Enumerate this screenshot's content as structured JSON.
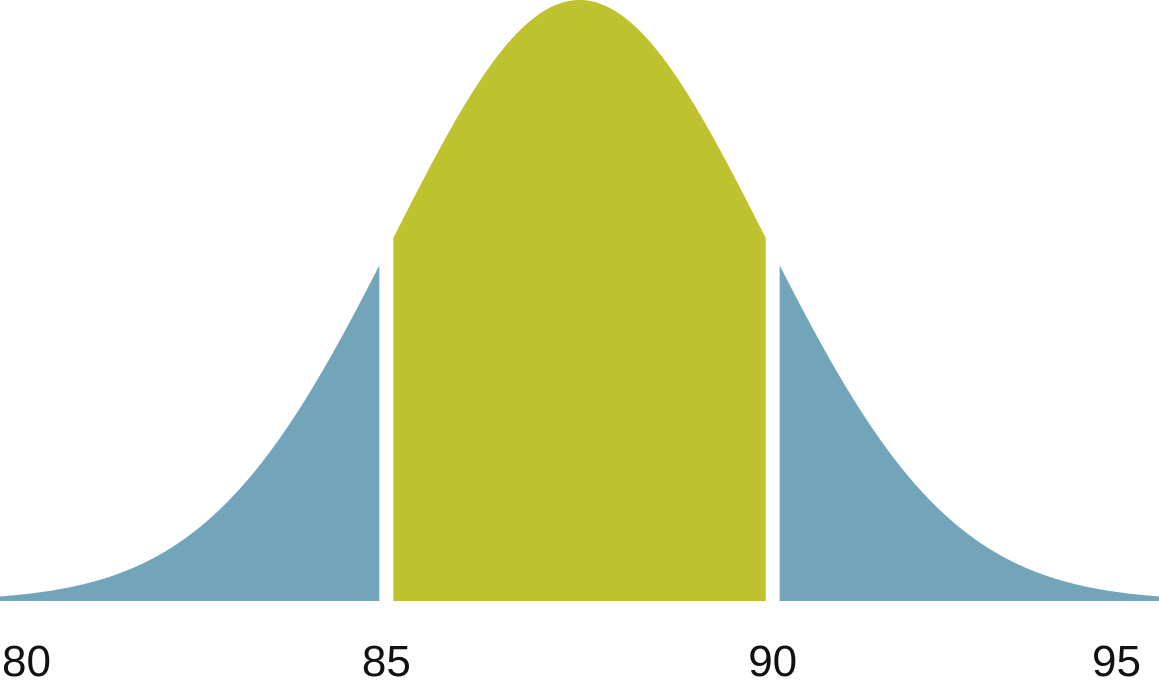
{
  "chart_data": {
    "type": "area",
    "title": "",
    "xlabel": "",
    "ylabel": "",
    "xlim": [
      80,
      95
    ],
    "x_ticks": [
      "80",
      "85",
      "90",
      "95"
    ],
    "distribution": "normal",
    "mean": 87.5,
    "sd": 2.4,
    "y_axis_shown": false,
    "grid": false,
    "legend": "none",
    "regions": [
      {
        "from": 80,
        "to": 85,
        "color": "#72a5ba"
      },
      {
        "from": 85,
        "to": 90,
        "color": "#bfc22f"
      },
      {
        "from": 90,
        "to": 95,
        "color": "#72a5ba"
      }
    ]
  }
}
